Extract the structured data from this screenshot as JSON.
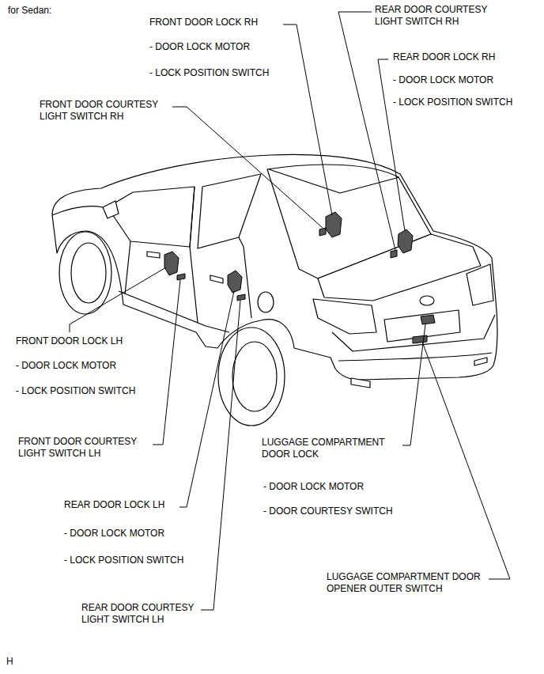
{
  "diagram": {
    "title": "for Sedan:",
    "labels": [
      "FRONT DOOR LOCK RH",
      "- DOOR LOCK MOTOR",
      "- LOCK POSITION SWITCH",
      "REAR DOOR COURTESY LIGHT SWITCH RH",
      "REAR DOOR LOCK RH",
      "- DOOR LOCK MOTOR",
      "- LOCK POSITION SWITCH",
      "FRONT DOOR COURTESY LIGHT SWITCH RH",
      "FRONT DOOR LOCK LH",
      "- DOOR LOCK MOTOR",
      "- LOCK POSITION SWITCH",
      "FRONT DOOR COURTESY LIGHT SWITCH LH",
      "LUGGAGE COMPARTMENT DOOR LOCK",
      "- DOOR LOCK MOTOR",
      "- DOOR COURTESY SWITCH",
      "REAR DOOR LOCK LH",
      "- DOOR LOCK MOTOR",
      "- LOCK POSITION SWITCH",
      "LUGGAGE COMPARTMENT DOOR OPENER OUTER SWITCH",
      "REAR DOOR COURTESY LIGHT SWITCH LH",
      "H"
    ]
  }
}
